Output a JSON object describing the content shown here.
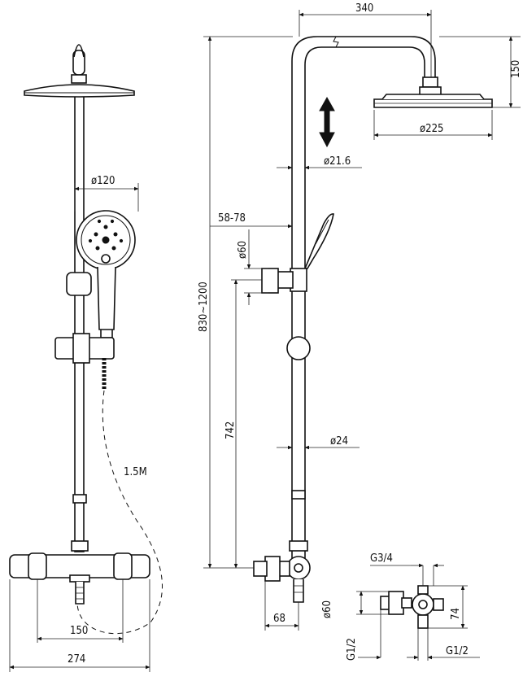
{
  "dimensions": {
    "top_width": "340",
    "head_drop": "150",
    "head_diameter": "ø225",
    "pipe_upper_diameter": "ø21.6",
    "hand_shower_diameter": "ø120",
    "bracket_range": "58-78",
    "knob_diameter": "ø60",
    "total_height": "830~1200",
    "riser_height": "742",
    "pipe_lower_diameter": "ø24",
    "hose_length": "1.5M",
    "mount_centres": "150",
    "valve_width": "274",
    "inlet_thread": "G3/4",
    "detail_knob_diameter": "ø60",
    "detail_height": "74",
    "connector_length": "68",
    "outlet_thread_left": "G1/2",
    "outlet_thread_right": "G1/2"
  }
}
